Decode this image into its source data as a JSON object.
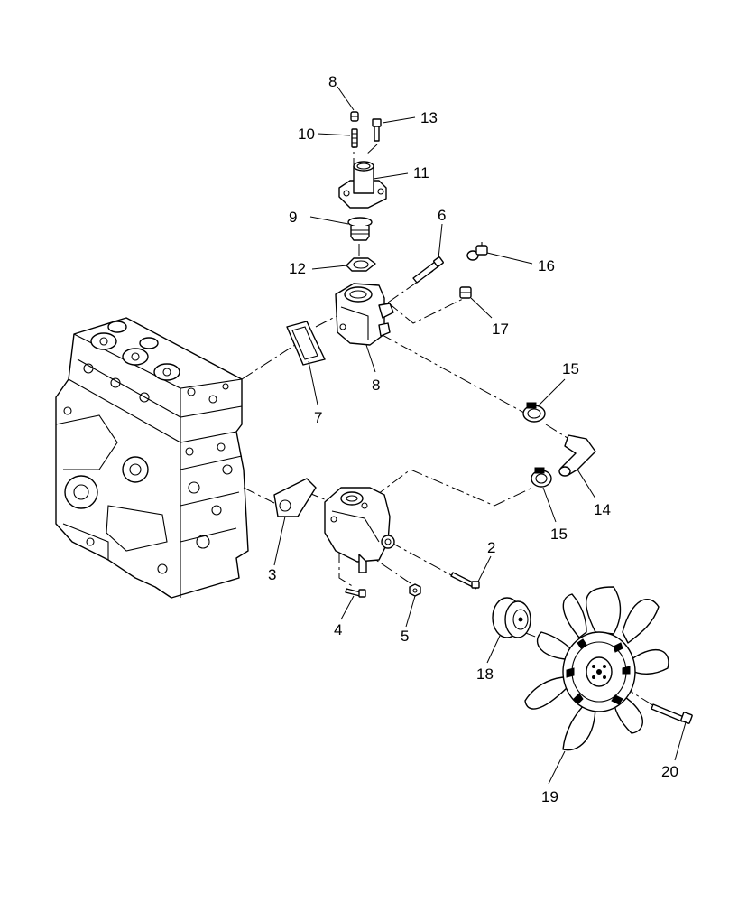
{
  "diagram": {
    "callouts": {
      "c8a": "8",
      "c10": "10",
      "c13": "13",
      "c11": "11",
      "c9": "9",
      "c6": "6",
      "c16": "16",
      "c12": "12",
      "c17": "17",
      "c8b": "8",
      "c7": "7",
      "c15a": "15",
      "c14": "14",
      "c15b": "15",
      "c3": "3",
      "c2": "2",
      "c4": "4",
      "c5": "5",
      "c18": "18",
      "c20": "20",
      "c19": "19"
    }
  }
}
